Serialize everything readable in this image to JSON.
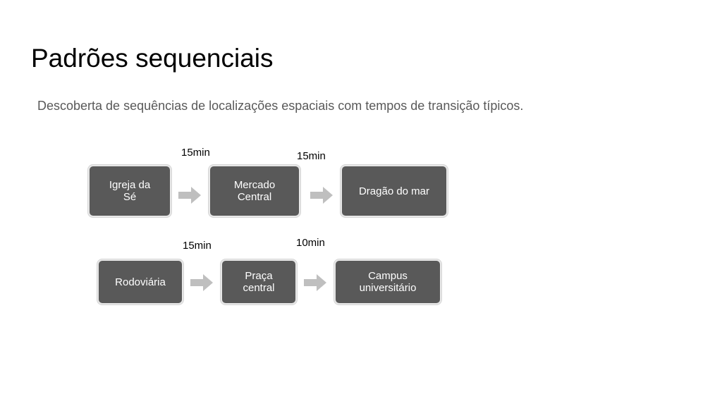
{
  "slide": {
    "title": "Padrões sequenciais",
    "subtitle": "Descoberta de sequências de localizações espaciais com tempos de transição típicos."
  },
  "sequences": [
    {
      "nodes": [
        {
          "label": "Igreja da\nSé"
        },
        {
          "label": "Mercado\nCentral"
        },
        {
          "label": "Dragão do mar"
        }
      ],
      "transitions": [
        "15min",
        "15min"
      ]
    },
    {
      "nodes": [
        {
          "label": "Rodoviária"
        },
        {
          "label": "Praça\ncentral"
        },
        {
          "label": "Campus\nuniversitário"
        }
      ],
      "transitions": [
        "15min",
        "10min"
      ]
    }
  ],
  "colors": {
    "node_fill": "#595959",
    "node_text": "#ffffff",
    "arrow": "#bfbfbf"
  }
}
